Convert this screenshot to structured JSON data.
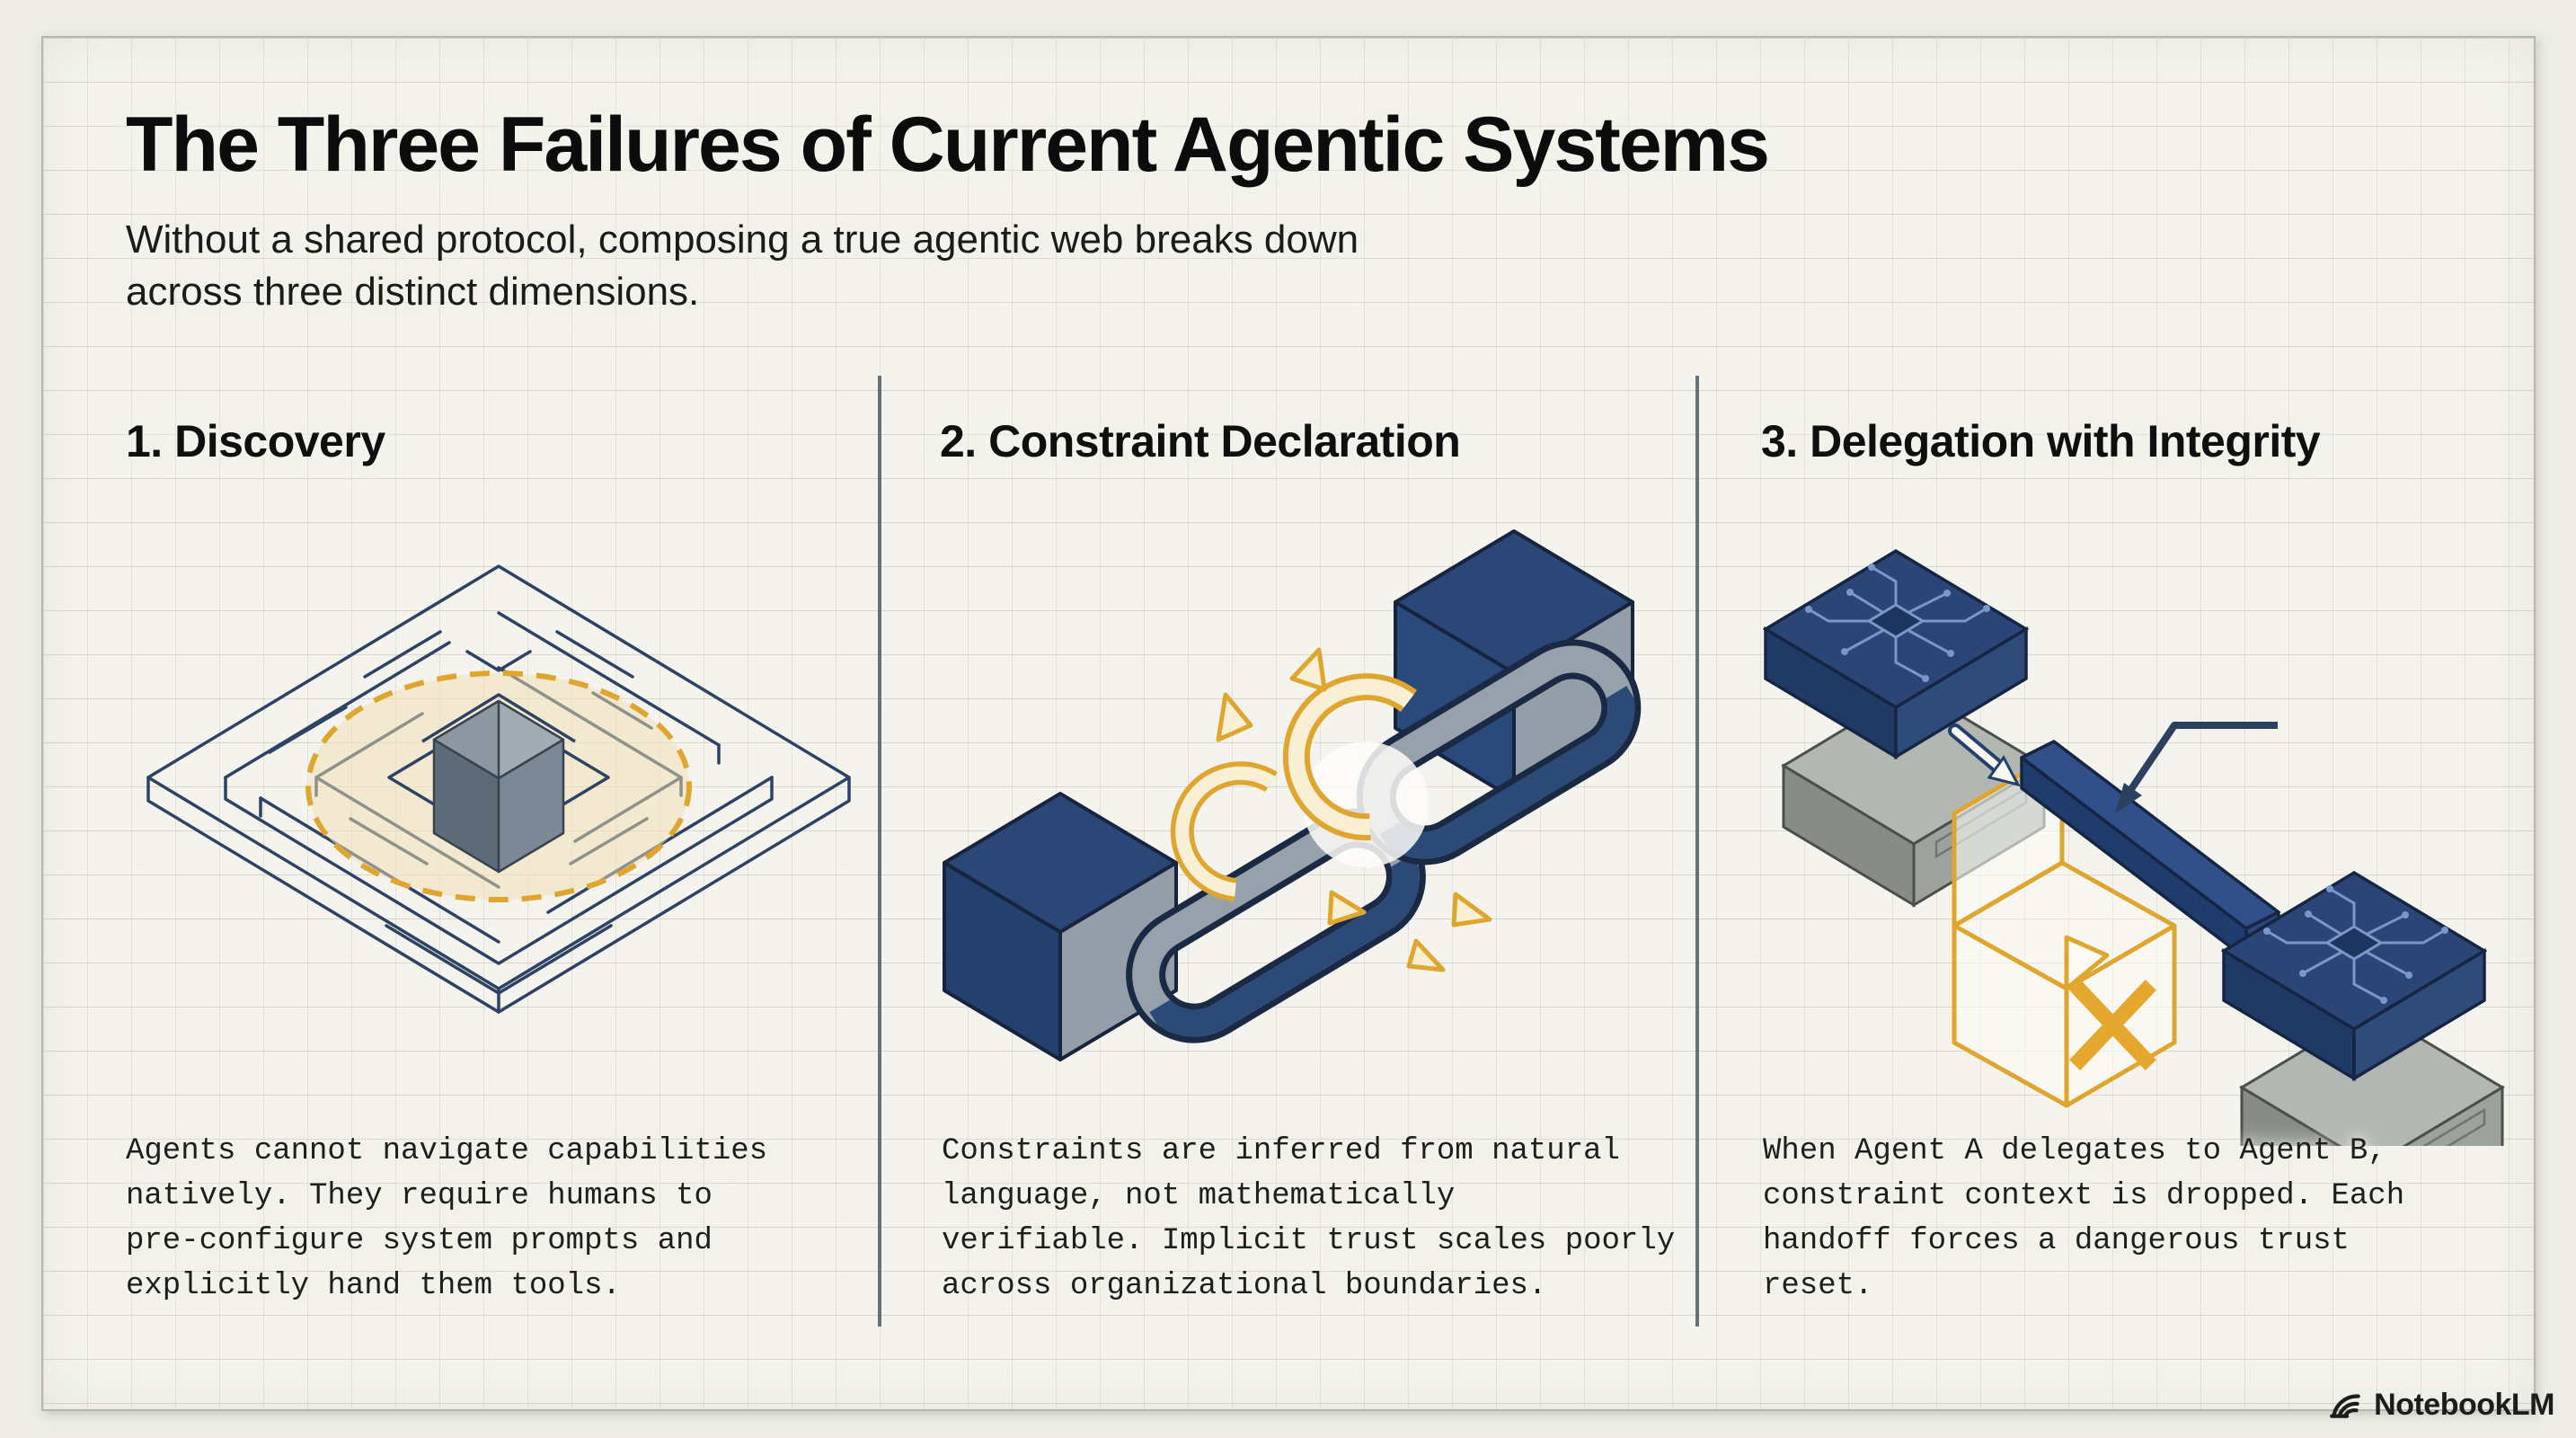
{
  "infographic": {
    "title": "The Three Failures of Current Agentic Systems",
    "subtitle": "Without a shared protocol, composing a true agentic web breaks down\nacross three distinct dimensions."
  },
  "columns": [
    {
      "heading": "1. Discovery",
      "body": "Agents cannot navigate capabilities\nnatively. They require humans to\npre-configure system prompts and\nexplicitly hand them tools.",
      "illustration": "isometric-maze-with-center-cube"
    },
    {
      "heading": "2. Constraint Declaration",
      "body": "Constraints are inferred from natural\nlanguage, not mathematically\nverifiable. Implicit trust scales poorly\nacross organizational boundaries.",
      "illustration": "broken-chain-between-blocks"
    },
    {
      "heading": "3. Delegation with Integrity",
      "body": "When Agent A delegates to Agent B,\nconstraint context is dropped. Each\nhandoff forces a dangerous trust\nreset.",
      "illustration": "agent-chip-handoff-with-dropped-context"
    }
  ],
  "watermark": {
    "label": "NotebookLM",
    "icon": "notebooklm-logo"
  },
  "colors": {
    "page_background": "#edece6",
    "canvas_background": "#f4f3ed",
    "grid_line": "#dddcd4",
    "column_divider": "#56656f",
    "title_text": "#0c0c0c",
    "body_text": "#1e1e1c",
    "navy": "#2c4576",
    "steel_grey": "#8b96a2",
    "amber": "#e0a52e",
    "cream": "#f8efd4"
  }
}
